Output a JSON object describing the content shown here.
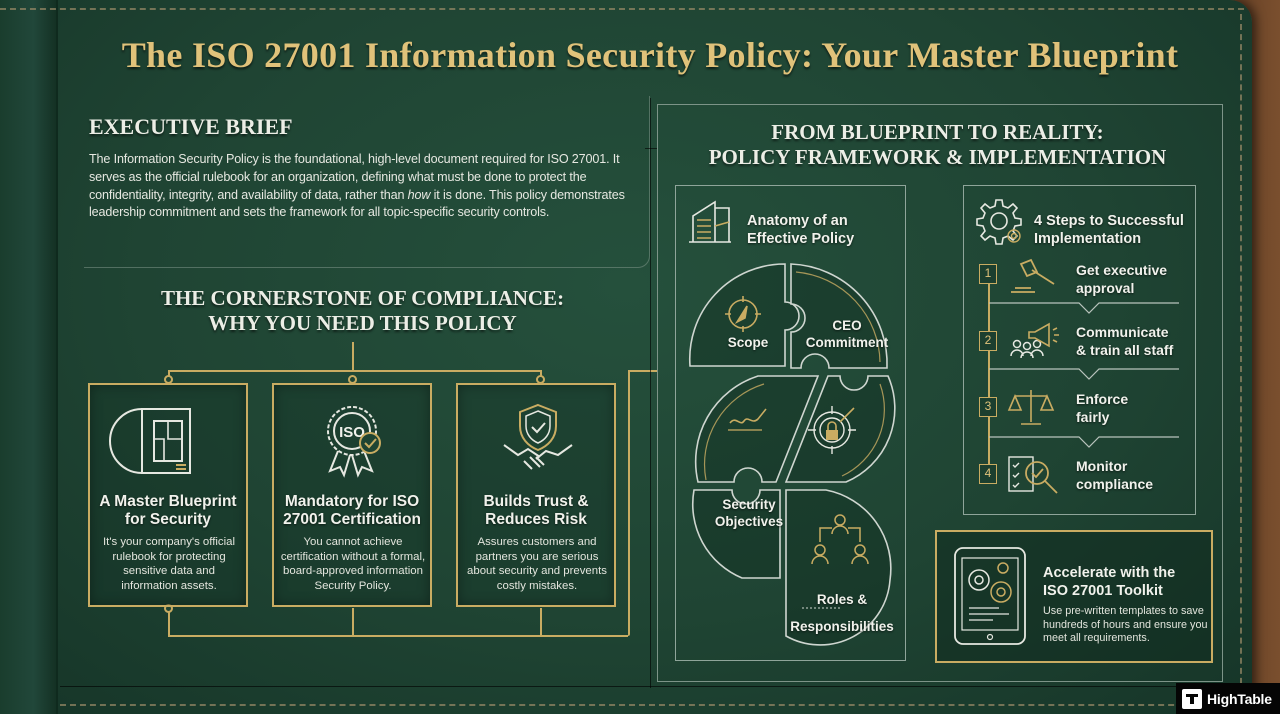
{
  "title": "The ISO 27001 Information Security Policy: Your Master Blueprint",
  "executive_brief": {
    "heading": "EXECUTIVE BRIEF",
    "body_pre": "The Information Security Policy is the foundational, high-level document required for ISO 27001. It serves as the official rulebook for an organization, defining what must be done to protect the confidentiality, integrity, and availability of data, rather than ",
    "body_em": "how",
    "body_post": " it is done. This policy demonstrates leadership commitment and sets the framework for all topic-specific security controls."
  },
  "cornerstone": {
    "heading_line1": "THE CORNERSTONE OF COMPLIANCE:",
    "heading_line2": "WHY YOU NEED THIS POLICY",
    "cards": [
      {
        "icon": "blueprint-icon",
        "title": "A Master Blueprint for Security",
        "body": "It's your company's official rulebook for protecting sensitive data and information assets."
      },
      {
        "icon": "iso-badge-icon",
        "title": "Mandatory for ISO 27001 Certification",
        "body": "You cannot achieve certification without a formal, board-approved information Security Policy."
      },
      {
        "icon": "shield-handshake-icon",
        "title": "Builds Trust & Reduces Risk",
        "body": "Assures customers and partners you are serious about security and prevents costly mistakes."
      }
    ]
  },
  "framework": {
    "heading_line1": "FROM BLUEPRINT TO REALITY:",
    "heading_line2": "POLICY FRAMEWORK & IMPLEMENTATION",
    "anatomy": {
      "title_line1": "Anatomy of an",
      "title_line2": "Effective Policy",
      "pieces": [
        {
          "label": "Scope",
          "icon": "compass-icon"
        },
        {
          "label_line1": "CEO",
          "label_line2": "Commitment",
          "icon": "signature-icon"
        },
        {
          "label": "",
          "icon": "target-lock-icon"
        },
        {
          "label_line1": "Security",
          "label_line2": "Objectives"
        },
        {
          "label_line1": "Roles &",
          "label_line2": "Responsibilities",
          "icon": "org-chart-icon"
        }
      ]
    },
    "steps": {
      "title_line1": "4 Steps to Successful",
      "title_line2": "Implementation",
      "items": [
        {
          "num": "1",
          "line1": "Get executive",
          "line2": "approval",
          "icon": "gavel-icon"
        },
        {
          "num": "2",
          "line1": "Communicate",
          "line2": "& train all staff",
          "icon": "megaphone-team-icon"
        },
        {
          "num": "3",
          "line1": "Enforce",
          "line2": "fairly",
          "icon": "scales-icon"
        },
        {
          "num": "4",
          "line1": "Monitor",
          "line2": "compliance",
          "icon": "checklist-magnifier-icon"
        }
      ]
    },
    "toolkit": {
      "title_line1": "Accelerate with the",
      "title_line2": "ISO 27001 Toolkit",
      "body": "Use pre-written templates to save hundreds of hours and ensure you meet all requirements."
    }
  },
  "brand": {
    "name": "HighTable"
  },
  "colors": {
    "leather_green": "#1f4433",
    "gold": "#c9ac62",
    "title_gold": "#e0c27a",
    "text_light": "#f1f2ec",
    "frame_grey": "#7d9488"
  }
}
